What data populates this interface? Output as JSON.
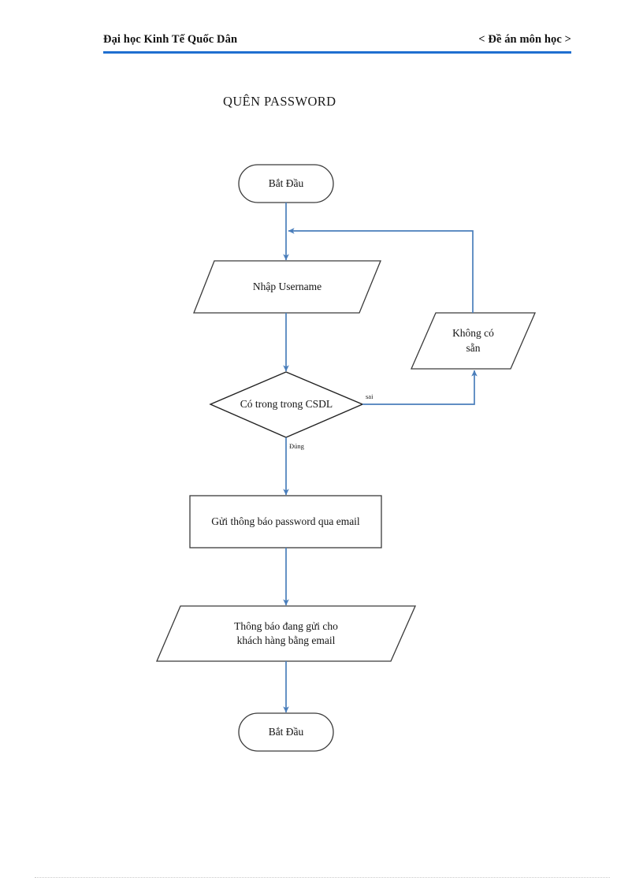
{
  "header": {
    "left_text": "Đại học Kinh Tế Quốc Dân",
    "right_text": "< Đề án môn học >",
    "rule_color": "#1F6FD0"
  },
  "title": "QUÊN PASSWORD",
  "colors": {
    "arrow": "#4A7EBB",
    "node_stroke": "#3a3a3a",
    "text": "#141414",
    "page_background": "#FFFFFF"
  },
  "flowchart": {
    "type": "flowchart",
    "nodes": [
      {
        "id": "start",
        "shape": "terminator",
        "label": "Bắt Đầu"
      },
      {
        "id": "input",
        "shape": "parallelogram",
        "label": "Nhập Username"
      },
      {
        "id": "decision",
        "shape": "diamond",
        "label": "Có trong trong CSDL"
      },
      {
        "id": "unavailable",
        "shape": "parallelogram",
        "label_line1": "Không có",
        "label_line2": "sẵn"
      },
      {
        "id": "process",
        "shape": "rectangle",
        "label": "Gửi thông báo password qua email"
      },
      {
        "id": "output",
        "shape": "parallelogram",
        "label_line1": "Thông báo đang gửi cho",
        "label_line2": "khách hàng bằng email"
      },
      {
        "id": "end",
        "shape": "terminator",
        "label": "Bắt Đầu"
      }
    ],
    "edges": [
      {
        "from": "start",
        "to": "input",
        "label": ""
      },
      {
        "from": "input",
        "to": "decision",
        "label": ""
      },
      {
        "from": "decision",
        "to": "unavailable",
        "label": "sai"
      },
      {
        "from": "decision",
        "to": "process",
        "label": "Đúng"
      },
      {
        "from": "unavailable",
        "to": "input",
        "label": ""
      },
      {
        "from": "process",
        "to": "output",
        "label": ""
      },
      {
        "from": "output",
        "to": "end",
        "label": ""
      }
    ],
    "edge_labels": {
      "sai": "sai",
      "dung": "Đúng"
    }
  }
}
